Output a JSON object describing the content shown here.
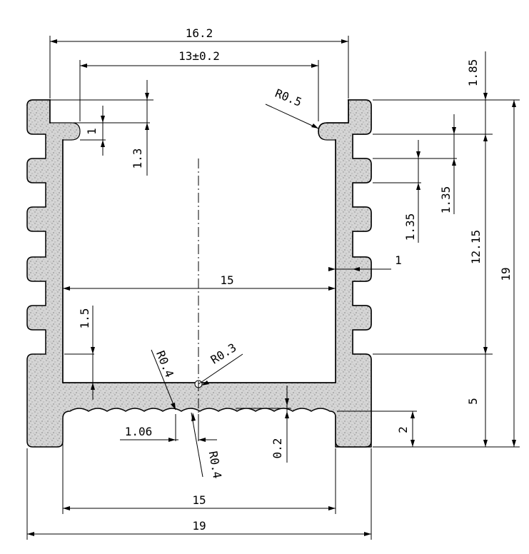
{
  "drawing": {
    "dimensions": {
      "top_width": "16.2",
      "opening_width": "13±0.2",
      "lip_height": "1.85",
      "lip_offset": "1",
      "lip_thickness": "1.3",
      "fin_thickness_a": "1.35",
      "fin_thickness_b": "1.35",
      "wall_thickness": "1",
      "inner_height": "12.15",
      "total_height": "19",
      "inner_width": "15",
      "floor_thickness": "1.5",
      "base_height": "5",
      "foot_height": "2",
      "groove_pitch": "1.06",
      "groove_depth": "0.2",
      "bottom_inner_width": "15",
      "overall_width": "19"
    },
    "radii": {
      "lip_radius": "R0.5",
      "floor_radius_left": "R0.4",
      "center_radius": "R0.3",
      "groove_radius": "R0.4"
    }
  }
}
